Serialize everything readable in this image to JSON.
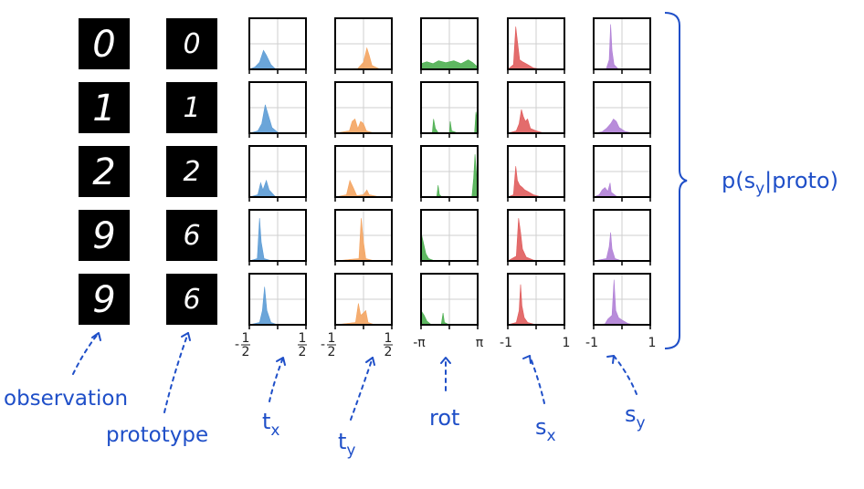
{
  "digits": [
    {
      "observation": "0",
      "prototype": "0"
    },
    {
      "observation": "1",
      "prototype": "1"
    },
    {
      "observation": "2",
      "prototype": "2"
    },
    {
      "observation": "9",
      "prototype": "6"
    },
    {
      "observation": "9",
      "prototype": "6"
    }
  ],
  "columns": [
    {
      "key": "tx",
      "color": "#5b9bd5",
      "ticks": [
        "-1/2",
        "1/2"
      ],
      "label_main": "t",
      "label_sub": "x"
    },
    {
      "key": "ty",
      "color": "#f4a460",
      "ticks": [
        "-1/2",
        "1/2"
      ],
      "label_main": "t",
      "label_sub": "y"
    },
    {
      "key": "rot",
      "color": "#4caf50",
      "ticks": [
        "-π",
        "π"
      ],
      "label_main": "rot",
      "label_sub": ""
    },
    {
      "key": "sx",
      "color": "#e05c5c",
      "ticks": [
        "-1",
        "1"
      ],
      "label_main": "s",
      "label_sub": "x"
    },
    {
      "key": "sy",
      "color": "#b07fd6",
      "ticks": [
        "-1",
        "1"
      ],
      "label_main": "s",
      "label_sub": "y"
    }
  ],
  "labels": {
    "observation": "observation",
    "prototype": "prototype",
    "bracket": "p(s",
    "bracket_sub": "y",
    "bracket_tail": "|proto)"
  },
  "chart_data": {
    "type": "area",
    "rows": 5,
    "series": [
      {
        "column": "tx",
        "rows": [
          [
            [
              -0.5,
              0
            ],
            [
              -0.4,
              0.05
            ],
            [
              -0.32,
              0.15
            ],
            [
              -0.25,
              0.4
            ],
            [
              -0.2,
              0.3
            ],
            [
              -0.12,
              0.1
            ],
            [
              -0.05,
              0.02
            ],
            [
              0.1,
              0
            ]
          ],
          [
            [
              -0.5,
              0
            ],
            [
              -0.35,
              0.05
            ],
            [
              -0.28,
              0.2
            ],
            [
              -0.22,
              0.6
            ],
            [
              -0.17,
              0.4
            ],
            [
              -0.1,
              0.12
            ],
            [
              0,
              0.02
            ],
            [
              0.1,
              0
            ]
          ],
          [
            [
              -0.5,
              0
            ],
            [
              -0.35,
              0.05
            ],
            [
              -0.3,
              0.3
            ],
            [
              -0.26,
              0.15
            ],
            [
              -0.2,
              0.35
            ],
            [
              -0.15,
              0.15
            ],
            [
              -0.05,
              0.02
            ],
            [
              0.1,
              0
            ]
          ],
          [
            [
              -0.5,
              0
            ],
            [
              -0.36,
              0.05
            ],
            [
              -0.32,
              0.9
            ],
            [
              -0.29,
              0.4
            ],
            [
              -0.24,
              0.05
            ],
            [
              -0.1,
              0
            ]
          ],
          [
            [
              -0.5,
              0
            ],
            [
              -0.32,
              0.05
            ],
            [
              -0.27,
              0.3
            ],
            [
              -0.23,
              0.8
            ],
            [
              -0.19,
              0.3
            ],
            [
              -0.12,
              0.05
            ],
            [
              0,
              0
            ]
          ]
        ]
      },
      {
        "column": "ty",
        "rows": [
          [
            [
              -0.5,
              0
            ],
            [
              -0.1,
              0.02
            ],
            [
              0,
              0.15
            ],
            [
              0.06,
              0.45
            ],
            [
              0.1,
              0.3
            ],
            [
              0.15,
              0.08
            ],
            [
              0.3,
              0
            ]
          ],
          [
            [
              -0.5,
              0
            ],
            [
              -0.25,
              0.05
            ],
            [
              -0.2,
              0.25
            ],
            [
              -0.15,
              0.3
            ],
            [
              -0.1,
              0.1
            ],
            [
              -0.05,
              0.25
            ],
            [
              0,
              0.2
            ],
            [
              0.05,
              0.05
            ],
            [
              0.2,
              0
            ]
          ],
          [
            [
              -0.5,
              0
            ],
            [
              -0.3,
              0.05
            ],
            [
              -0.24,
              0.35
            ],
            [
              -0.18,
              0.2
            ],
            [
              -0.12,
              0.03
            ],
            [
              0,
              0.05
            ],
            [
              0.06,
              0.15
            ],
            [
              0.1,
              0.05
            ],
            [
              0.3,
              0
            ]
          ],
          [
            [
              -0.5,
              0
            ],
            [
              -0.08,
              0.05
            ],
            [
              -0.04,
              0.9
            ],
            [
              0,
              0.4
            ],
            [
              0.04,
              0.05
            ],
            [
              0.2,
              0
            ]
          ],
          [
            [
              -0.5,
              0
            ],
            [
              -0.14,
              0.05
            ],
            [
              -0.09,
              0.45
            ],
            [
              -0.05,
              0.2
            ],
            [
              0,
              0.25
            ],
            [
              0.04,
              0.3
            ],
            [
              0.08,
              0.05
            ],
            [
              0.2,
              0
            ]
          ]
        ]
      },
      {
        "column": "rot",
        "rows": [
          [
            [
              -3.14,
              0.12
            ],
            [
              -2.5,
              0.16
            ],
            [
              -1.8,
              0.12
            ],
            [
              -1.2,
              0.18
            ],
            [
              -0.4,
              0.14
            ],
            [
              0.5,
              0.18
            ],
            [
              1.3,
              0.12
            ],
            [
              2.1,
              0.2
            ],
            [
              2.6,
              0.14
            ],
            [
              3.14,
              0.05
            ]
          ],
          [
            [
              -3.14,
              0
            ],
            [
              -1.9,
              0
            ],
            [
              -1.75,
              0.3
            ],
            [
              -1.55,
              0.1
            ],
            [
              -1.2,
              0
            ],
            [
              0,
              0
            ],
            [
              0.1,
              0.25
            ],
            [
              0.25,
              0.05
            ],
            [
              1.0,
              0
            ],
            [
              2.8,
              0
            ],
            [
              2.95,
              0.45
            ],
            [
              3.14,
              0.2
            ]
          ],
          [
            [
              -3.14,
              0
            ],
            [
              -1.4,
              0
            ],
            [
              -1.25,
              0.25
            ],
            [
              -1.1,
              0.05
            ],
            [
              -0.8,
              0
            ],
            [
              2.5,
              0
            ],
            [
              2.7,
              0.4
            ],
            [
              2.85,
              0.9
            ],
            [
              3.0,
              0.5
            ],
            [
              3.14,
              0.1
            ]
          ],
          [
            [
              -3.14,
              0.6
            ],
            [
              -2.9,
              0.4
            ],
            [
              -2.6,
              0.15
            ],
            [
              -2.3,
              0.05
            ],
            [
              -1.6,
              0
            ],
            [
              3.14,
              0
            ]
          ],
          [
            [
              -3.14,
              0.3
            ],
            [
              -2.8,
              0.2
            ],
            [
              -2.5,
              0.08
            ],
            [
              -2.0,
              0
            ],
            [
              -0.9,
              0
            ],
            [
              -0.7,
              0.25
            ],
            [
              -0.55,
              0.05
            ],
            [
              0,
              0
            ],
            [
              3.14,
              0
            ]
          ]
        ]
      },
      {
        "column": "sx",
        "rows": [
          [
            [
              -1,
              0
            ],
            [
              -0.8,
              0.1
            ],
            [
              -0.72,
              0.9
            ],
            [
              -0.66,
              0.6
            ],
            [
              -0.58,
              0.2
            ],
            [
              -0.45,
              0.15
            ],
            [
              -0.3,
              0.1
            ],
            [
              -0.1,
              0.03
            ],
            [
              0.2,
              0
            ]
          ],
          [
            [
              -1,
              0
            ],
            [
              -0.7,
              0.05
            ],
            [
              -0.6,
              0.2
            ],
            [
              -0.52,
              0.5
            ],
            [
              -0.45,
              0.35
            ],
            [
              -0.38,
              0.25
            ],
            [
              -0.3,
              0.3
            ],
            [
              -0.2,
              0.1
            ],
            [
              0,
              0.05
            ],
            [
              0.3,
              0
            ]
          ],
          [
            [
              -1,
              0
            ],
            [
              -0.8,
              0.05
            ],
            [
              -0.72,
              0.65
            ],
            [
              -0.66,
              0.35
            ],
            [
              -0.58,
              0.25
            ],
            [
              -0.48,
              0.2
            ],
            [
              -0.4,
              0.15
            ],
            [
              -0.3,
              0.12
            ],
            [
              -0.1,
              0.05
            ],
            [
              0.2,
              0
            ]
          ],
          [
            [
              -1,
              0
            ],
            [
              -0.7,
              0.1
            ],
            [
              -0.62,
              0.9
            ],
            [
              -0.55,
              0.6
            ],
            [
              -0.48,
              0.25
            ],
            [
              -0.35,
              0.08
            ],
            [
              -0.1,
              0.02
            ],
            [
              0.2,
              0
            ]
          ],
          [
            [
              -1,
              0
            ],
            [
              -0.7,
              0.05
            ],
            [
              -0.6,
              0.3
            ],
            [
              -0.55,
              0.85
            ],
            [
              -0.5,
              0.4
            ],
            [
              -0.42,
              0.15
            ],
            [
              -0.3,
              0.05
            ],
            [
              0,
              0
            ]
          ]
        ]
      },
      {
        "column": "sy",
        "rows": [
          [
            [
              -1,
              0
            ],
            [
              -0.55,
              0.02
            ],
            [
              -0.45,
              0.2
            ],
            [
              -0.4,
              0.95
            ],
            [
              -0.35,
              0.4
            ],
            [
              -0.28,
              0.1
            ],
            [
              -0.15,
              0.02
            ],
            [
              0.2,
              0
            ]
          ],
          [
            [
              -1,
              0
            ],
            [
              -0.7,
              0.03
            ],
            [
              -0.55,
              0.1
            ],
            [
              -0.4,
              0.2
            ],
            [
              -0.3,
              0.3
            ],
            [
              -0.2,
              0.25
            ],
            [
              -0.1,
              0.12
            ],
            [
              0.1,
              0.04
            ],
            [
              0.4,
              0
            ]
          ],
          [
            [
              -1,
              0
            ],
            [
              -0.8,
              0.05
            ],
            [
              -0.7,
              0.15
            ],
            [
              -0.6,
              0.2
            ],
            [
              -0.5,
              0.12
            ],
            [
              -0.42,
              0.3
            ],
            [
              -0.38,
              0.1
            ],
            [
              -0.2,
              0.02
            ],
            [
              0.2,
              0
            ]
          ],
          [
            [
              -1,
              0
            ],
            [
              -0.55,
              0.05
            ],
            [
              -0.45,
              0.3
            ],
            [
              -0.4,
              0.6
            ],
            [
              -0.35,
              0.25
            ],
            [
              -0.25,
              0.05
            ],
            [
              0,
              0
            ]
          ],
          [
            [
              -1,
              0
            ],
            [
              -0.6,
              0.02
            ],
            [
              -0.5,
              0.12
            ],
            [
              -0.35,
              0.2
            ],
            [
              -0.28,
              0.95
            ],
            [
              -0.22,
              0.3
            ],
            [
              -0.12,
              0.15
            ],
            [
              0,
              0.1
            ],
            [
              0.2,
              0.03
            ],
            [
              0.4,
              0
            ]
          ]
        ]
      }
    ]
  }
}
